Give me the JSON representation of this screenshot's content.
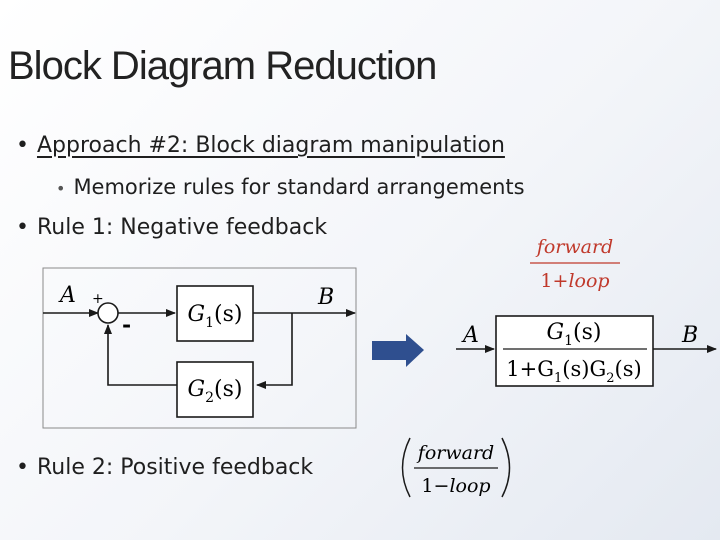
{
  "slide": {
    "title": "Block Diagram Reduction",
    "bullets": [
      "Approach #2: Block diagram manipulation",
      "Memorize rules for standard arrangements",
      "Rule 1: Negative feedback",
      "Rule 2: Positive feedback"
    ],
    "bullet_glyph": "•"
  },
  "neg_fraction": {
    "numerator": "forward",
    "denominator_prefix": "1+",
    "denominator_var": "loop"
  },
  "pos_fraction": {
    "numerator": "forward",
    "denominator_prefix": "1−",
    "denominator_var": "loop"
  },
  "feedback_diagram": {
    "input": "A",
    "output": "B",
    "plus_sign": "+",
    "minus_sign": "-",
    "forward_block": {
      "name": "G",
      "sub": "1",
      "arg": "(s)"
    },
    "feedback_block": {
      "name": "G",
      "sub": "2",
      "arg": "(s)"
    }
  },
  "reduced_diagram": {
    "input": "A",
    "output": "B",
    "numerator": {
      "name": "G",
      "sub": "1",
      "arg": "(s)"
    },
    "denominator": {
      "lead": "1+G",
      "sub1": "1",
      "mid": "(s)G",
      "sub2": "2",
      "tail": "(s)"
    }
  },
  "colors": {
    "arrow": "#2f4f8f",
    "fraction": "#c0392b",
    "line": "#1a1a1a"
  }
}
